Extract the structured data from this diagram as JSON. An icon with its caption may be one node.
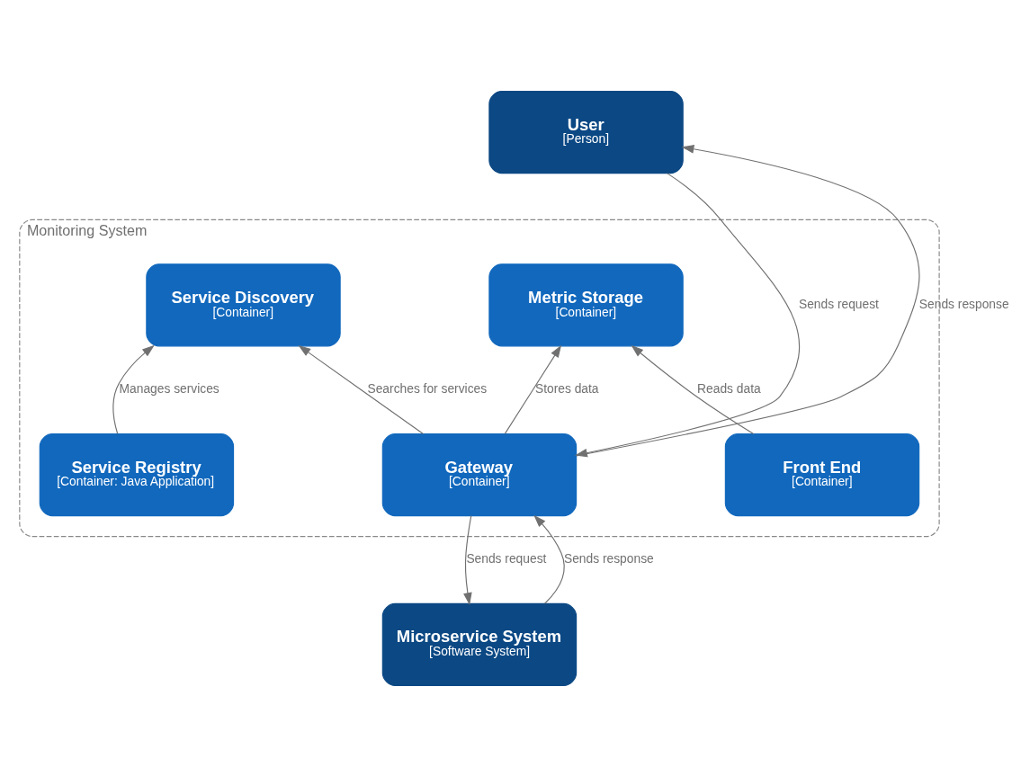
{
  "diagram": {
    "nodes": [
      {
        "text": [
          "User",
          "[Person]"
        ]
      },
      {
        "text": [
          "Monitoring System"
        ]
      },
      {
        "text": [
          "Service Discovery",
          "[Container]"
        ],
        "in": 1
      },
      {
        "text": [
          "Metric Storage",
          "[Container]"
        ],
        "in": 1
      },
      {
        "text": [
          "Gateway",
          "[Container]"
        ],
        "in": 1
      },
      {
        "text": [
          "Service Registry",
          "[Container: Java Application]"
        ],
        "in": 1
      },
      {
        "text": [
          "Front End",
          "[Container]"
        ],
        "in": 1
      },
      {
        "text": [
          "Microservice System",
          "[Software System]"
        ]
      }
    ],
    "edges": [
      {
        "from": 0,
        "to": 4,
        "arrow": "to",
        "label": "Sends request"
      },
      {
        "from": 4,
        "to": 0,
        "arrow": "to",
        "label": "Sends response"
      },
      {
        "from": 4,
        "to": 2,
        "arrow": "to",
        "label": "Searches for services"
      },
      {
        "from": 4,
        "to": 3,
        "arrow": "to",
        "label": "Stores data"
      },
      {
        "from": 5,
        "to": 2,
        "arrow": "to",
        "label": "Manages services"
      },
      {
        "from": 6,
        "to": 3,
        "arrow": "to",
        "label": "Reads data"
      },
      {
        "from": 4,
        "to": 7,
        "arrow": "to",
        "label": "Sends request"
      },
      {
        "from": 7,
        "to": 4,
        "arrow": "to",
        "label": "Sends response"
      }
    ]
  }
}
